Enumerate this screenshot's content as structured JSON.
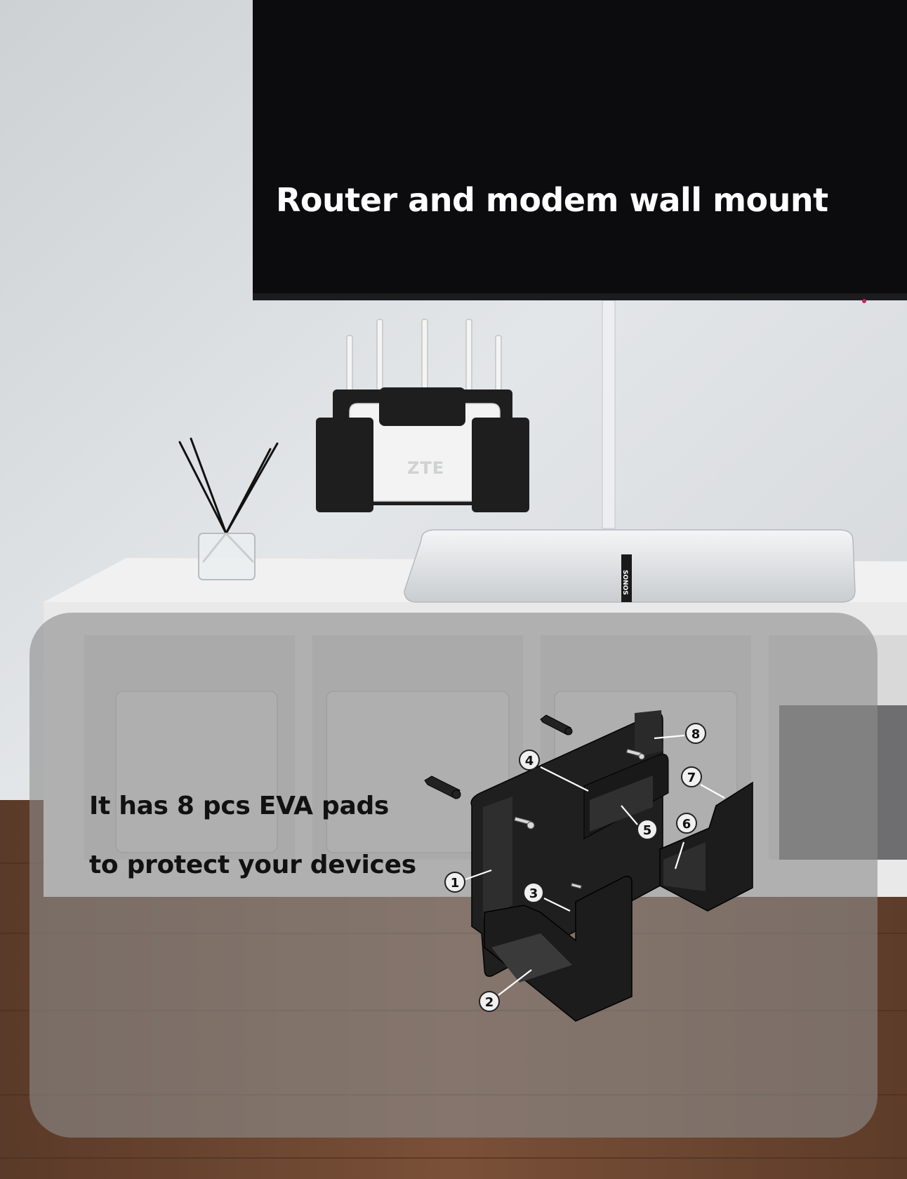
{
  "headline": "Router and modem wall mount",
  "caption_lines": [
    "It has 8 pcs EVA pads",
    "to protect your devices"
  ],
  "router_brand": "ZTE",
  "soundbar_brand": "SONOS",
  "callouts": [
    "1",
    "2",
    "3",
    "4",
    "5",
    "6",
    "7",
    "8"
  ],
  "colors": {
    "wall": "#dcdfe2",
    "tv_screen": "#0c0c0e",
    "cabinet": "#eeeeee",
    "floor": "#6a4530",
    "overlay": "#8c8c8c",
    "mount": "#1e1e1e"
  }
}
